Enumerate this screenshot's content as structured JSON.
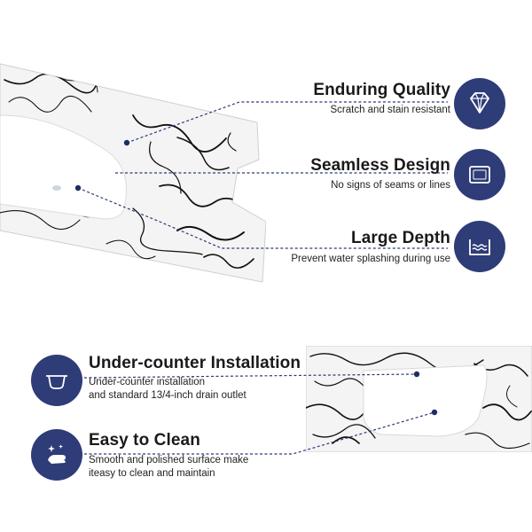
{
  "features_top": [
    {
      "title": "Enduring Quality",
      "subtitle": "Scratch and stain resistant",
      "icon": "diamond-icon"
    },
    {
      "title": "Seamless Design",
      "subtitle": "No signs of seams or lines",
      "icon": "square-frame-icon"
    },
    {
      "title": "Large Depth",
      "subtitle": "Prevent water splashing during use",
      "icon": "water-basin-icon"
    }
  ],
  "features_bottom": [
    {
      "title": "Under-counter Installation",
      "subtitle_line1": "Under-counter installation",
      "subtitle_line2": "and standard 13/4-inch drain outlet",
      "icon": "undermount-sink-icon"
    },
    {
      "title": "Easy to Clean",
      "subtitle_line1": "Smooth and polished surface make",
      "subtitle_line2": "iteasy to clean and maintain",
      "icon": "cleaning-hand-icon"
    }
  ],
  "colors": {
    "badge": "#2e3c78",
    "leader_line": "#2b3a7a"
  }
}
